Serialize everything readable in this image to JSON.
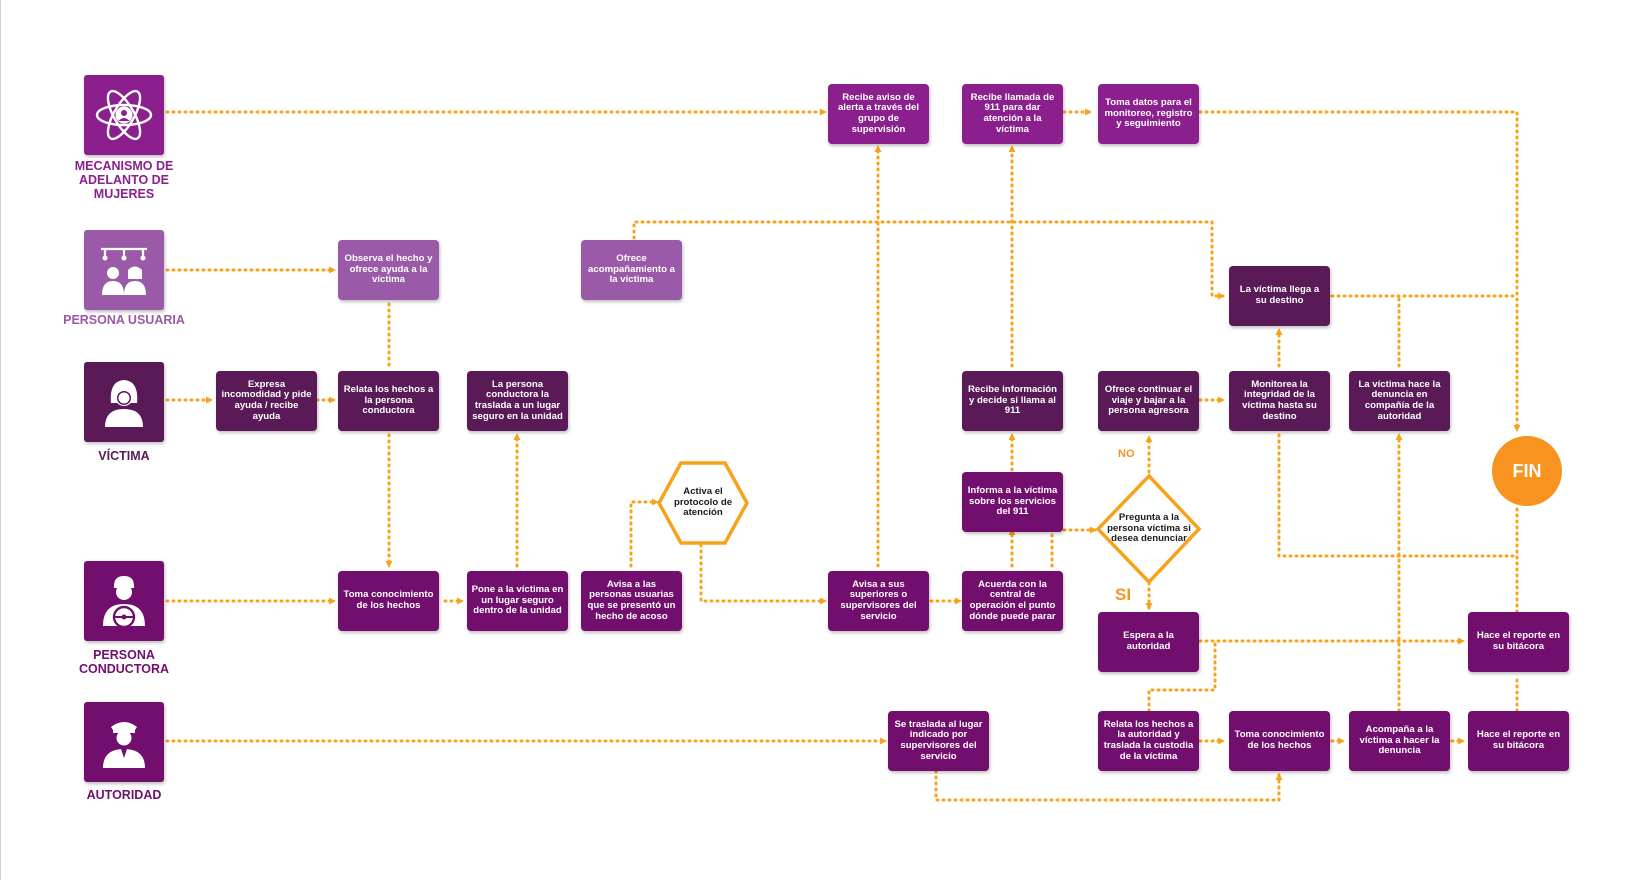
{
  "actors": {
    "mecanismo": {
      "label": "MECANISMO DE ADELANTO DE MUJERES",
      "icon": "atom-woman-icon",
      "color": "#8b1f8d"
    },
    "usuaria": {
      "label": "PERSONA USUARIA",
      "icon": "passengers-icon",
      "color": "#9a5aa8"
    },
    "victima": {
      "label": "VÍCTIMA",
      "icon": "woman-icon",
      "color": "#591a57"
    },
    "conductora": {
      "label": "PERSONA CONDUCTORA",
      "icon": "driver-icon",
      "color": "#720f6e"
    },
    "autoridad": {
      "label": "AUTORIDAD",
      "icon": "police-officer-icon",
      "color": "#720f6e"
    }
  },
  "boxes": {
    "alerta": "Recibe aviso de alerta a través del grupo de supervisión",
    "llamada911": "Recibe llamada de 911 para dar atención a la víctima",
    "tomadatos": "Toma datos para el monitoreo, registro y seguimiento",
    "observa": "Observa el hecho y ofrece ayuda a la víctima",
    "ofrece": "Ofrece acompañamiento a la víctima",
    "llega": "La víctima llega a su destino",
    "expresa": "Expresa incomodidad y pide ayuda / recibe ayuda",
    "relata": "Relata los hechos a la persona conductora",
    "traslada": "La persona conductora la traslada a un lugar seguro en la unidad",
    "recibeinfo": "Recibe información y decide si llama al 911",
    "continuar": "Ofrece continuar el viaje y bajar a la persona agresora",
    "monitorea": "Monitorea la integridad de la víctima hasta su destino",
    "denuncia": "La víctima hace la denuncia en compañía de la autoridad",
    "informa": "Informa a la víctima sobre los servicios del 911",
    "tomaconoc": "Toma conocimiento de los hechos",
    "pone": "Pone a la víctima en un lugar seguro dentro de la unidad",
    "avisa": "Avisa a las personas usuarias que se presentó un hecho de acoso",
    "avisasup": "Avisa a sus superiores o supervisores del servicio",
    "acuerda": "Acuerda con la central de operación el punto dónde puede parar",
    "espera": "Espera a la autoridad",
    "reporte1": "Hace el reporte en su bitácora",
    "setraslada": "Se traslada al lugar indicado por supervisores del servicio",
    "relataaut": "Relata los hechos a la autoridad y traslada la custodia de la víctima",
    "tomaconoc2": "Toma conocimiento de los hechos",
    "acompana": "Acompaña a la víctima a hacer la denuncia",
    "reporte2": "Hace el reporte en su bitácora"
  },
  "shapes": {
    "protocolo": "Activa el protocolo de atención",
    "pregunta": "Pregunta a la persona víctima si desea denunciar",
    "fin": "FIN"
  },
  "labels": {
    "no": "NO",
    "si": "SI"
  },
  "colors": {
    "connector": "#f7a21b",
    "accent": "#f7931e",
    "decision_border": "#f7a21b"
  }
}
